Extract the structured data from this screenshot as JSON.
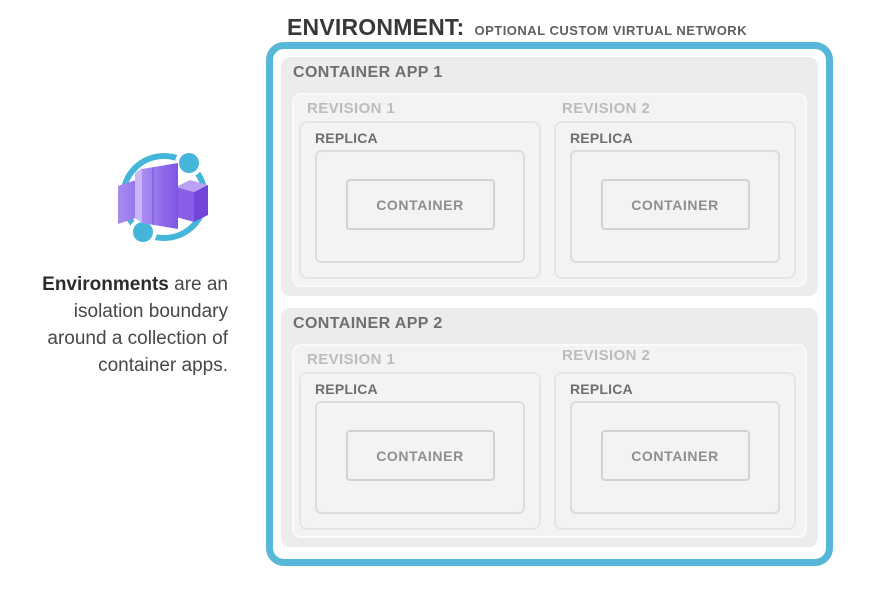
{
  "title": {
    "main": "ENVIRONMENT:",
    "subtitle": "OPTIONAL CUSTOM VIRTUAL NETWORK"
  },
  "caption": {
    "bold_lead": "Environments",
    "line1_rest": " are an",
    "line2": "isolation boundary",
    "line3": "around a collection of",
    "line4": "container apps."
  },
  "icon": {
    "name": "azure-container-apps",
    "ring_color": "#45b5da",
    "purple_light": "#c9b5f7",
    "purple_mid": "#9a79ee",
    "purple_dark": "#7246da"
  },
  "environment": {
    "border_color": "#56b7d9",
    "apps": [
      {
        "label": "CONTAINER APP 1",
        "revisions": [
          {
            "label": "REVISION 1",
            "replica_label": "REPLICA",
            "container_label": "CONTAINER"
          },
          {
            "label": "REVISION 2",
            "replica_label": "REPLICA",
            "container_label": "CONTAINER"
          }
        ]
      },
      {
        "label": "CONTAINER APP 2",
        "revisions": [
          {
            "label": "REVISION 1",
            "replica_label": "REPLICA",
            "container_label": "CONTAINER"
          },
          {
            "label": "REVISION 2",
            "replica_label": "REPLICA",
            "container_label": "CONTAINER"
          }
        ]
      }
    ]
  }
}
